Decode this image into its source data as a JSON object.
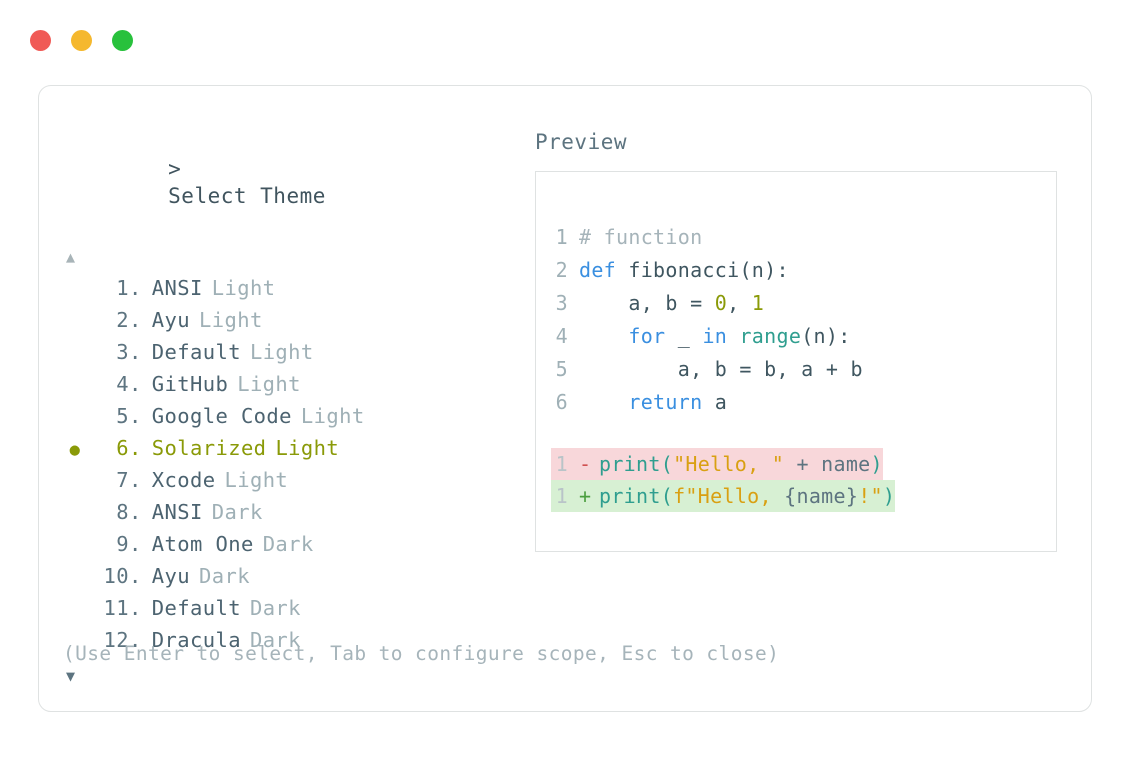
{
  "window": {
    "traffic_lights": [
      {
        "name": "close",
        "color": "#f05a56"
      },
      {
        "name": "minimize",
        "color": "#f5b82e"
      },
      {
        "name": "maximize",
        "color": "#28c13c"
      }
    ]
  },
  "theme_picker": {
    "prompt_symbol": ">",
    "prompt_label": "Select Theme",
    "scroll_up_glyph": "▲",
    "scroll_down_glyph": "▼",
    "selected_bullet": "●",
    "selected_index": 6,
    "selected_color": "#8a9a08",
    "items": [
      {
        "index": "1",
        "sep": ".",
        "name": "ANSI",
        "variant": "Light"
      },
      {
        "index": "2",
        "sep": ".",
        "name": "Ayu",
        "variant": "Light"
      },
      {
        "index": "3",
        "sep": ".",
        "name": "Default",
        "variant": "Light"
      },
      {
        "index": "4",
        "sep": ".",
        "name": "GitHub",
        "variant": "Light"
      },
      {
        "index": "5",
        "sep": ".",
        "name": "Google Code",
        "variant": "Light"
      },
      {
        "index": "6",
        "sep": ".",
        "name": "Solarized",
        "variant": "Light"
      },
      {
        "index": "7",
        "sep": ".",
        "name": "Xcode",
        "variant": "Light"
      },
      {
        "index": "8",
        "sep": ".",
        "name": "ANSI",
        "variant": "Dark"
      },
      {
        "index": "9",
        "sep": ".",
        "name": "Atom One",
        "variant": "Dark"
      },
      {
        "index": "10",
        "sep": ".",
        "name": "Ayu",
        "variant": "Dark"
      },
      {
        "index": "11",
        "sep": ".",
        "name": "Default",
        "variant": "Dark"
      },
      {
        "index": "12",
        "sep": ".",
        "name": "Dracula",
        "variant": "Dark"
      }
    ],
    "footer_hint": "(Use Enter to select, Tab to configure scope, Esc to close)"
  },
  "preview": {
    "title": "Preview",
    "code_lines": [
      {
        "number": "1",
        "tokens": [
          {
            "text": "# function",
            "type": "comment"
          }
        ]
      },
      {
        "number": "2",
        "tokens": [
          {
            "text": "def",
            "type": "kw"
          },
          {
            "text": " fibonacci(n):",
            "type": "text"
          }
        ]
      },
      {
        "number": "3",
        "tokens": [
          {
            "text": "    a, b = ",
            "type": "text"
          },
          {
            "text": "0",
            "type": "num"
          },
          {
            "text": ", ",
            "type": "text"
          },
          {
            "text": "1",
            "type": "num"
          }
        ]
      },
      {
        "number": "4",
        "tokens": [
          {
            "text": "    ",
            "type": "text"
          },
          {
            "text": "for",
            "type": "kw"
          },
          {
            "text": " _ ",
            "type": "text"
          },
          {
            "text": "in",
            "type": "kw"
          },
          {
            "text": " ",
            "type": "text"
          },
          {
            "text": "range",
            "type": "fn"
          },
          {
            "text": "(n):",
            "type": "text"
          }
        ]
      },
      {
        "number": "5",
        "tokens": [
          {
            "text": "        a, b = b, a + b",
            "type": "text"
          }
        ]
      },
      {
        "number": "6",
        "tokens": [
          {
            "text": "    ",
            "type": "text"
          },
          {
            "text": "return",
            "type": "kw"
          },
          {
            "text": " a",
            "type": "text"
          }
        ]
      }
    ],
    "diff_lines": [
      {
        "number": "1",
        "marker": "-",
        "kind": "remove",
        "background": "#f8d7da",
        "tokens": [
          {
            "text": "print",
            "type": "fn"
          },
          {
            "text": "(",
            "type": "punct"
          },
          {
            "text": "\"Hello, \"",
            "type": "str"
          },
          {
            "text": " + name",
            "type": "plain"
          },
          {
            "text": ")",
            "type": "punct"
          }
        ]
      },
      {
        "number": "1",
        "marker": "+",
        "kind": "add",
        "background": "#d7f0d3",
        "tokens": [
          {
            "text": "print",
            "type": "fn"
          },
          {
            "text": "(",
            "type": "punct"
          },
          {
            "text": "f\"Hello, ",
            "type": "str"
          },
          {
            "text": "{name}",
            "type": "plain"
          },
          {
            "text": "!\"",
            "type": "str"
          },
          {
            "text": ")",
            "type": "punct"
          }
        ]
      }
    ]
  }
}
